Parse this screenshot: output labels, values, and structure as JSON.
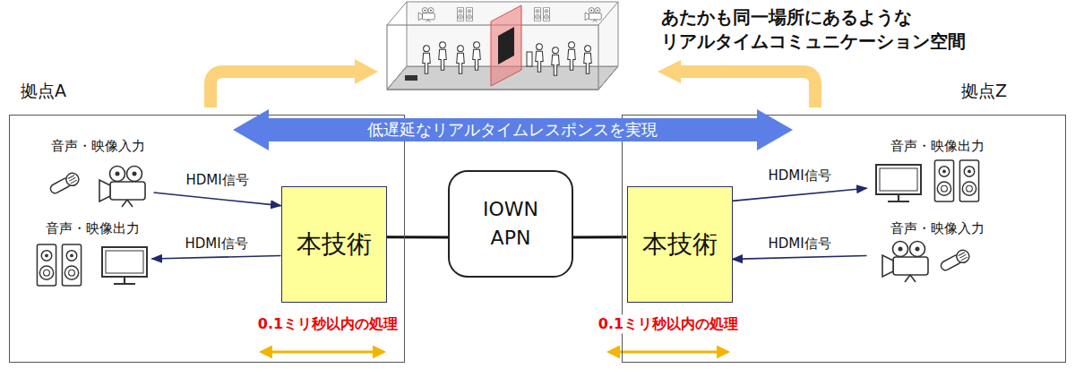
{
  "diagram": {
    "nodes": [
      {
        "text": [
          "拠点A"
        ]
      },
      {
        "text": [
          "音声・映像入力"
        ],
        "in": 0
      },
      {
        "text": [
          "音声・映像出力"
        ],
        "in": 0
      },
      {
        "text": [
          "本技術"
        ],
        "in": 0
      },
      {
        "text": [
          "IOWN APN"
        ]
      },
      {
        "text": [
          "拠点Z"
        ]
      },
      {
        "text": [
          "本技術"
        ],
        "in": 5
      },
      {
        "text": [
          "音声・映像出力"
        ],
        "in": 5
      },
      {
        "text": [
          "音声・映像入力"
        ],
        "in": 5
      }
    ],
    "edges": [
      {
        "from": 1,
        "to": 3,
        "label": "HDMI信号",
        "arrow": "to"
      },
      {
        "from": 3,
        "to": 2,
        "label": "HDMI信号",
        "arrow": "to"
      },
      {
        "from": 3,
        "to": 4,
        "arrow": "none"
      },
      {
        "from": 4,
        "to": 6,
        "arrow": "none"
      },
      {
        "from": 6,
        "to": 7,
        "label": "HDMI信号",
        "arrow": "to"
      },
      {
        "from": 8,
        "to": 6,
        "label": "HDMI信号",
        "arrow": "to"
      }
    ],
    "labels": [
      "あたかも同一場所にあるような リアルタイムコミュニケーション空間",
      "低遅延なリアルタイムレスポンスを実現",
      "0.1ミリ秒以内の処理",
      "0.1ミリ秒以内の処理"
    ]
  }
}
